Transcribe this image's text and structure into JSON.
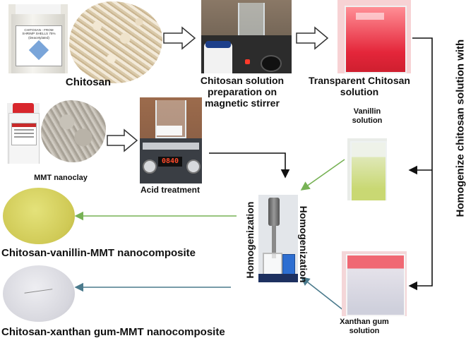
{
  "labels": {
    "chitosan": "Chitosan",
    "chitosan_solution_prep": "Chitosan solution preparation on magnetic stirrer",
    "transparent_chitosan": "Transparent Chitosan solution",
    "homogenize_side": "Homogenize chitosan solution with",
    "vanillin_solution": "Vanillin solution",
    "mmt_nanoclay": "MMT nanoclay",
    "acid_treatment": "Acid treatment",
    "homogenization_left": "Homogenization",
    "homogenization_right": "Homogenization",
    "chitosan_vanillin_mmt": "Chitosan-vanillin-MMT nanocomposite",
    "chitosan_xanthan_mmt": "Chitosan-xanthan gum-MMT nanocomposite",
    "xanthan_gum_solution": "Xanthan gum solution"
  },
  "photo_text": {
    "chitosan_jar_label": "CHITOSAN - FROM SHRIMP SHELLS 75% (Deacetylated)",
    "stirrer_display": "0840"
  },
  "colors": {
    "green_arrow": "#77b255",
    "teal_arrow": "#4a7a8c",
    "black_arrow": "#111111",
    "vanillin_film": "#d8d65a",
    "xanthan_film": "#d9d9de"
  }
}
